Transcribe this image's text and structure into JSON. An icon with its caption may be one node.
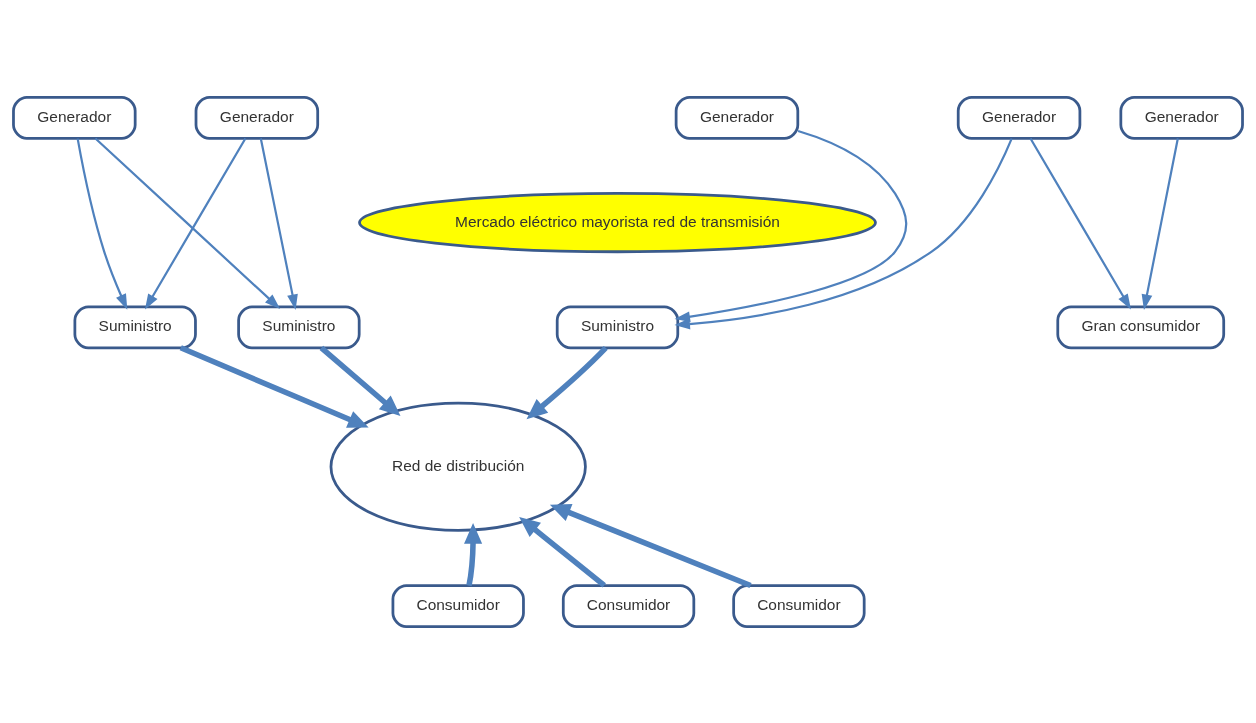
{
  "diagram": {
    "nodes": [
      {
        "text": [
          "Generador"
        ]
      },
      {
        "text": [
          "Generador"
        ]
      },
      {
        "text": [
          "Generador"
        ]
      },
      {
        "text": [
          "Generador"
        ]
      },
      {
        "text": [
          "Generador"
        ]
      },
      {
        "text": [
          "Mercado eléctrico mayorista red de transmisión"
        ]
      },
      {
        "text": [
          "Suministro"
        ]
      },
      {
        "text": [
          "Suministro"
        ]
      },
      {
        "text": [
          "Suministro"
        ]
      },
      {
        "text": [
          "Gran consumidor"
        ]
      },
      {
        "text": [
          "Red de distribución"
        ]
      },
      {
        "text": [
          "Consumidor"
        ]
      },
      {
        "text": [
          "Consumidor"
        ]
      },
      {
        "text": [
          "Consumidor"
        ]
      }
    ],
    "edges": [
      {
        "from": 0,
        "to": 6,
        "arrow": "to"
      },
      {
        "from": 0,
        "to": 7,
        "arrow": "to"
      },
      {
        "from": 1,
        "to": 6,
        "arrow": "to"
      },
      {
        "from": 1,
        "to": 7,
        "arrow": "to"
      },
      {
        "from": 2,
        "to": 8,
        "arrow": "to"
      },
      {
        "from": 3,
        "to": 9,
        "arrow": "to"
      },
      {
        "from": 4,
        "to": 8,
        "arrow": "to"
      },
      {
        "from": 4,
        "to": 9,
        "arrow": "to"
      },
      {
        "from": 6,
        "to": 10,
        "arrow": "to",
        "style": "thick"
      },
      {
        "from": 7,
        "to": 10,
        "arrow": "to",
        "style": "thick"
      },
      {
        "from": 8,
        "to": 10,
        "arrow": "to",
        "style": "thick"
      },
      {
        "from": 11,
        "to": 10,
        "arrow": "to",
        "style": "thick"
      },
      {
        "from": 12,
        "to": 10,
        "arrow": "to",
        "style": "thick"
      },
      {
        "from": 13,
        "to": 10,
        "arrow": "to",
        "style": "thick"
      }
    ]
  }
}
